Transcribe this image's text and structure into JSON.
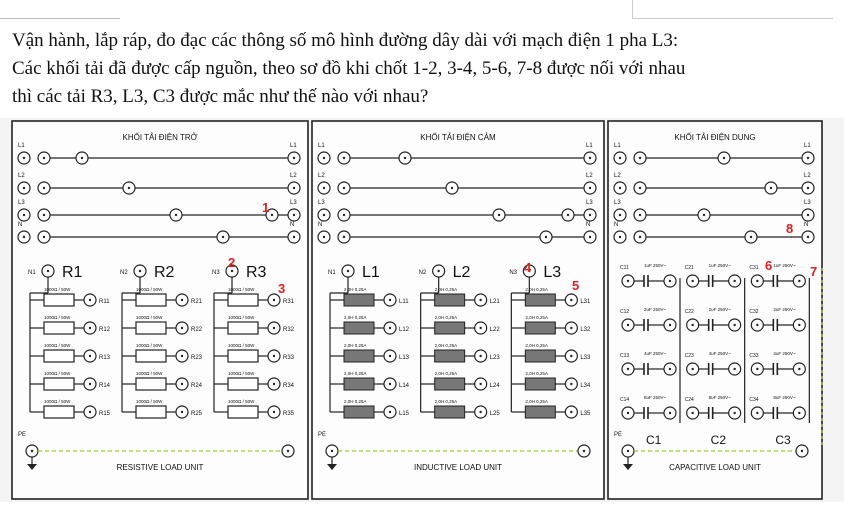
{
  "question": {
    "line1": "Vận hành, lắp ráp, đo đạc các thông số  mô hình đường dây dài với mạch điện 1 pha L3:",
    "line2": "Các khối tải đã được cấp nguồn, theo sơ đồ khi chốt 1-2, 3-4, 5-6, 7-8 được nối với nhau",
    "line3": "thì các tải R3, L3, C3 được mắc như thế nào với nhau?"
  },
  "lines": [
    "L1",
    "L2",
    "L3",
    "N"
  ],
  "pe_label": "PE",
  "red_color": "#e02020",
  "panels": [
    {
      "id": "resistive",
      "header": "KHỐI TẢI ĐIỆN TRỞ",
      "footer": "RESISTIVE LOAD UNIT",
      "groups": [
        {
          "n": "N1",
          "name": "R1",
          "rating": "1000Ω / 50W",
          "terms": [
            "R11",
            "R12",
            "R13",
            "R14",
            "R15"
          ]
        },
        {
          "n": "N2",
          "name": "R2",
          "rating": "1000Ω / 50W",
          "terms": [
            "R21",
            "R22",
            "R23",
            "R24",
            "R25"
          ]
        },
        {
          "n": "N3",
          "name": "R3",
          "rating": "1000Ω / 50W",
          "terms": [
            "R31",
            "R32",
            "R33",
            "R34",
            "R35"
          ]
        }
      ]
    },
    {
      "id": "inductive",
      "header": "KHỐI TẢI ĐIỆN CẢM",
      "footer": "INDUCTIVE LOAD UNIT",
      "groups": [
        {
          "n": "N1",
          "name": "L1",
          "rating": "2,0H 0,25A",
          "terms": [
            "L11",
            "L12",
            "L13",
            "L14",
            "L15"
          ]
        },
        {
          "n": "N2",
          "name": "L2",
          "rating": "2,0H 0,25A",
          "terms": [
            "L21",
            "L22",
            "L23",
            "L24",
            "L25"
          ]
        },
        {
          "n": "N3",
          "name": "L3",
          "rating": "2,0H 0,25A",
          "terms": [
            "L31",
            "L32",
            "L33",
            "L34",
            "L35"
          ]
        }
      ]
    },
    {
      "id": "capacitive",
      "header": "KHỐI TẢI ĐIỆN DUNG",
      "footer": "CAPACITIVE LOAD UNIT",
      "groups": [
        {
          "name": "C1",
          "terms": [
            "C11",
            "C12",
            "C13",
            "C14"
          ],
          "ratings": [
            "1uF 250V~",
            "2uF 250V~",
            "4uF 250V~",
            "8uF 250V~"
          ]
        },
        {
          "name": "C2",
          "terms": [
            "C21",
            "C22",
            "C23",
            "C24"
          ],
          "ratings": [
            "1uF 250V~",
            "2uF 250V~",
            "4uF 250V~",
            "8uF 250V~"
          ]
        },
        {
          "name": "C3",
          "terms": [
            "C31",
            "C32",
            "C33",
            "C34"
          ],
          "ratings": [
            "1uF 250V~",
            "2uF 250V~",
            "4uF 250V~",
            "8uF 250V~"
          ]
        }
      ]
    }
  ],
  "markers": [
    "1",
    "2",
    "3",
    "4",
    "5",
    "6",
    "7",
    "8"
  ]
}
